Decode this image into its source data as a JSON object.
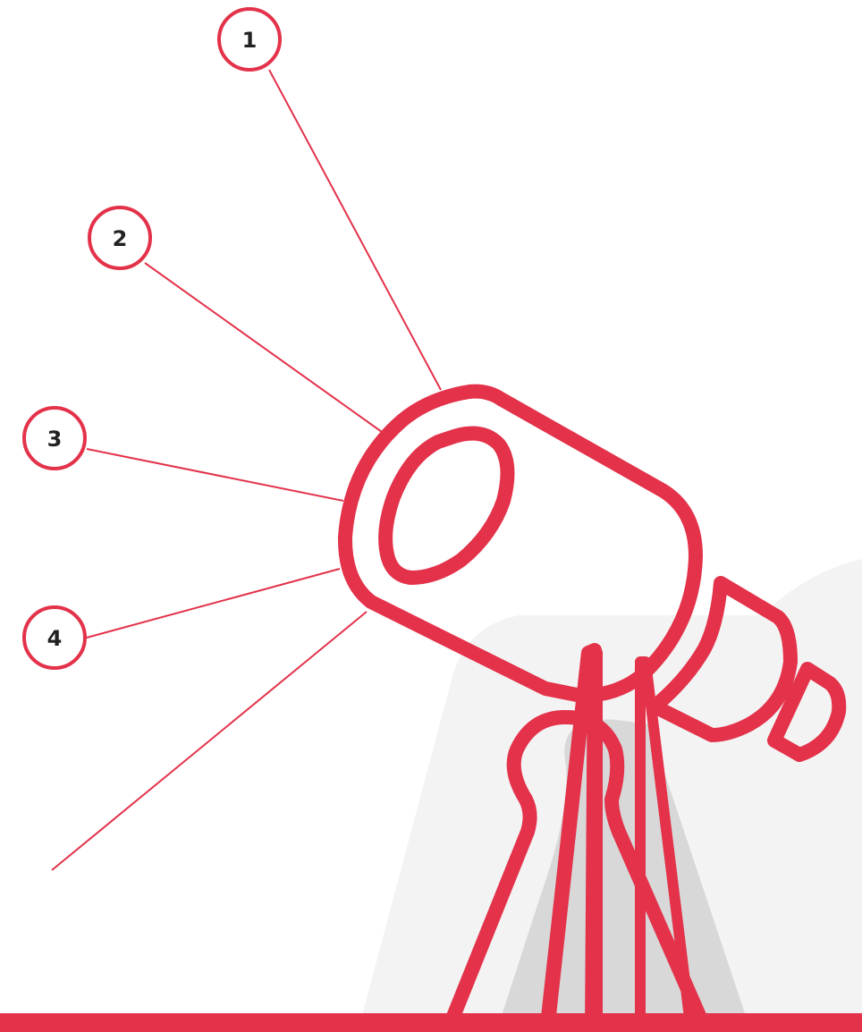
{
  "colors": {
    "accent": "#E3324A",
    "shadow": "#D8D8D8",
    "background_shape": "#F3F3F3",
    "text": "#222222"
  },
  "callouts": [
    {
      "label": "1"
    },
    {
      "label": "2"
    },
    {
      "label": "3"
    },
    {
      "label": "4"
    }
  ]
}
